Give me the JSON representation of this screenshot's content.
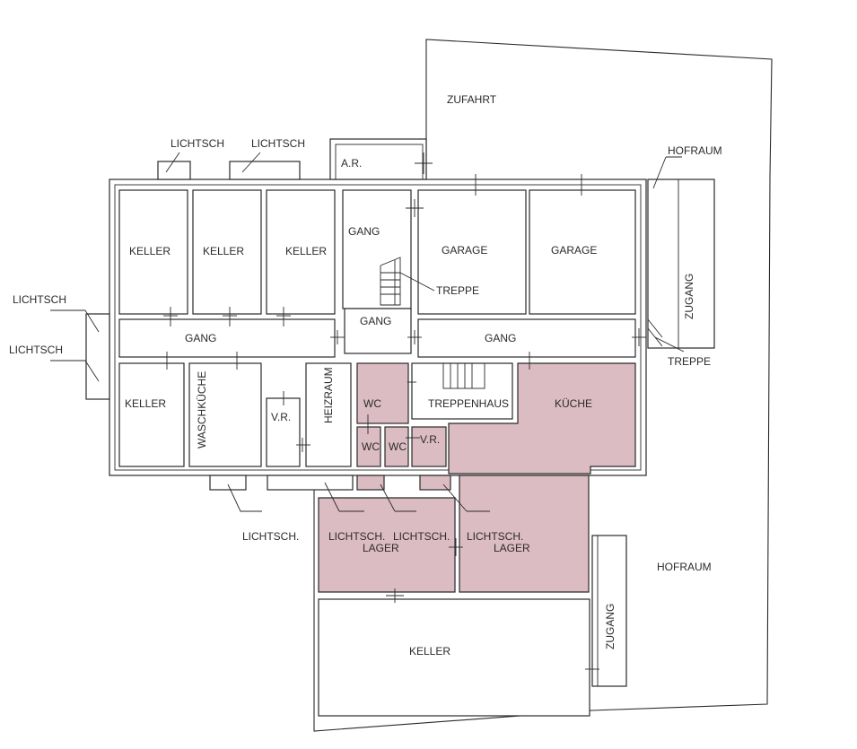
{
  "labels": {
    "zufahrt": "ZUFAHRT",
    "hofraum_top": "HOFRAUM",
    "hofraum_right": "HOFRAUM",
    "ar": "A.R.",
    "lichtsch_1": "LICHTSCH",
    "lichtsch_2": "LICHTSCH",
    "lichtsch_left_1": "LICHTSCH",
    "lichtsch_left_2": "LICHTSCH",
    "lichtsch_bottom": "LICHTSCH.",
    "keller_1": "KELLER",
    "keller_2": "KELLER",
    "keller_3": "KELLER",
    "keller_4": "KELLER",
    "keller_5": "KELLER",
    "gang_1": "GANG",
    "gang_2": "GANG",
    "gang_3": "GANG",
    "gang_4": "GANG",
    "garage_1": "GARAGE",
    "garage_2": "GARAGE",
    "treppe_1": "TREPPE",
    "treppe_2": "TREPPE",
    "zugang_1": "ZUGANG",
    "zugang_2": "ZUGANG",
    "waschkueche": "WASCHKÜCHE",
    "heizraum": "HEIZRAUM",
    "vr_1": "V.R.",
    "vr_2": "V.R.",
    "wc_1": "WC",
    "wc_2": "WC",
    "wc_3": "WC",
    "treppenhaus": "TREPPENHAUS",
    "kueche": "KÜCHE",
    "lager_1_line1": "LICHTSCH.",
    "lager_1_line2": "LAGER",
    "lichtsch_mid": "LICHTSCH.",
    "lager_2_line1": "LICHTSCH.",
    "lager_2_line2": "LAGER"
  },
  "colors": {
    "highlight": "#dcbcc3",
    "ink": "#2a2a2a"
  }
}
